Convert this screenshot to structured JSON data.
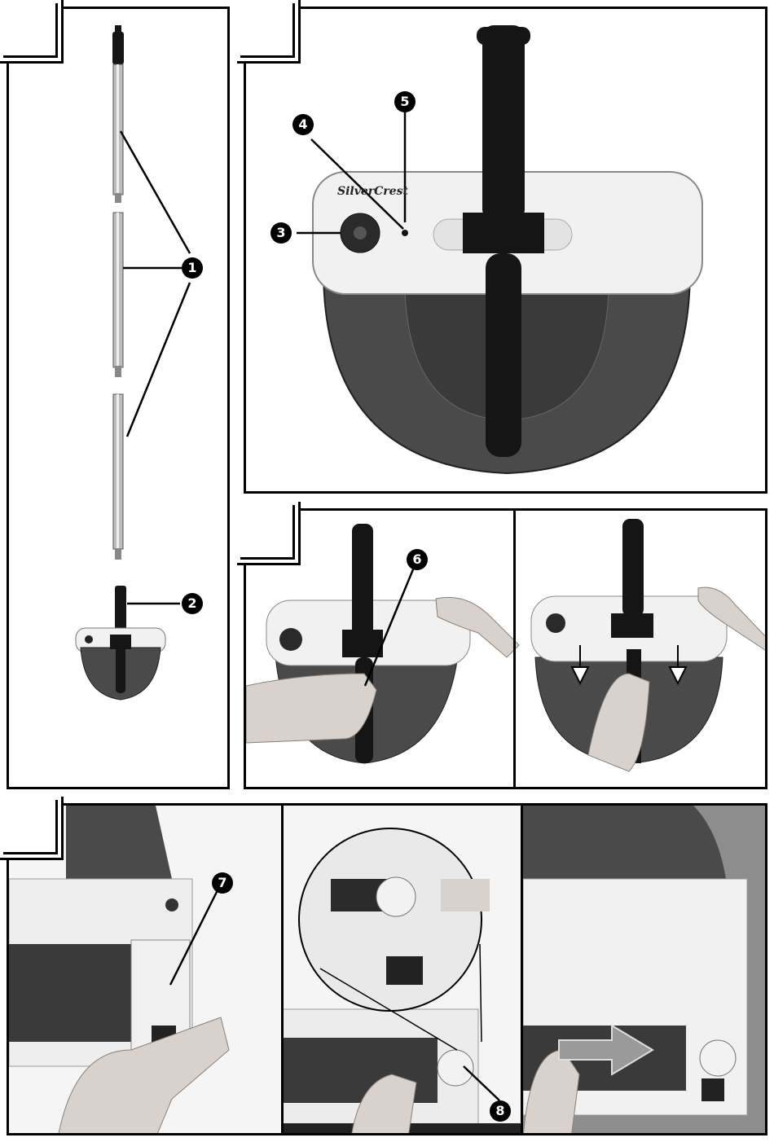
{
  "labels": {
    "l1": "1",
    "l2": "2",
    "l3": "3",
    "l4": "4",
    "l5": "5",
    "l6": "6",
    "l7": "7",
    "l8": "8"
  },
  "brand": "SilverCrest",
  "colors": {
    "border": "#000000",
    "housing_white": "#f1f1f1",
    "housing_dark": "#4a4a4a",
    "handle": "#151515",
    "skin": "#d9d2cc",
    "background_gray": "#8d8d8d"
  },
  "icons": [
    "arrow-down-icon",
    "arrow-right-icon"
  ]
}
